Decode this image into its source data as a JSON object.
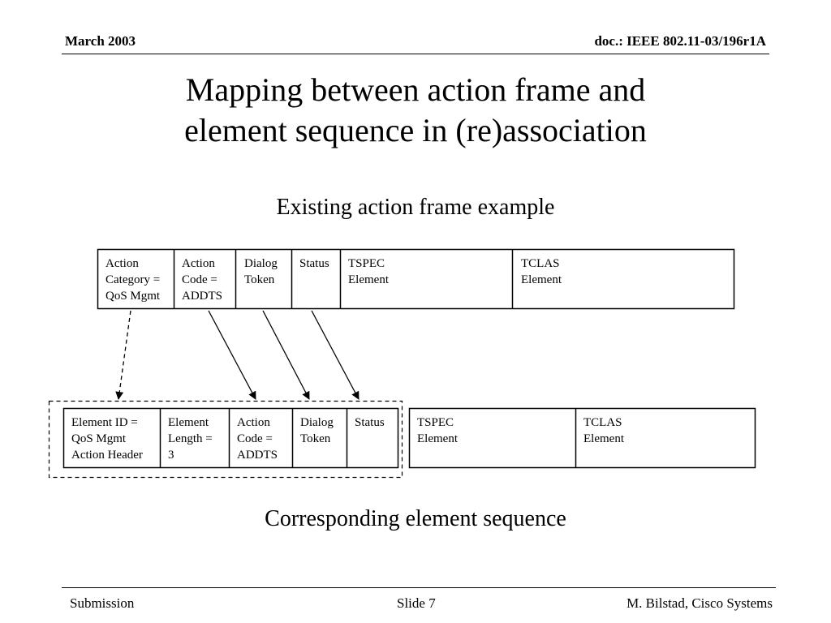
{
  "header": {
    "date": "March 2003",
    "doc": "doc.: IEEE 802.11-03/196r1A"
  },
  "title": "Mapping between action frame and element sequence in (re)association",
  "subtitle_top": "Existing action frame example",
  "subtitle_bottom": "Corresponding element sequence",
  "action_frame": {
    "fields": [
      "Action\nCategory =\nQoS Mgmt",
      "Action\nCode =\nADDTS",
      "Dialog\nToken",
      "Status",
      "TSPEC\nElement",
      "TCLAS\nElement"
    ]
  },
  "element_sequence": {
    "header_fields": [
      "Element ID =\nQoS Mgmt\nAction Header",
      "Element\nLength =\n3",
      "Action\nCode =\nADDTS",
      "Dialog\nToken",
      "Status"
    ],
    "elements": [
      "TSPEC\nElement",
      "TCLAS\nElement"
    ]
  },
  "footer": {
    "left": "Submission",
    "center": "Slide 7",
    "right": "M. Bilstad, Cisco Systems"
  }
}
